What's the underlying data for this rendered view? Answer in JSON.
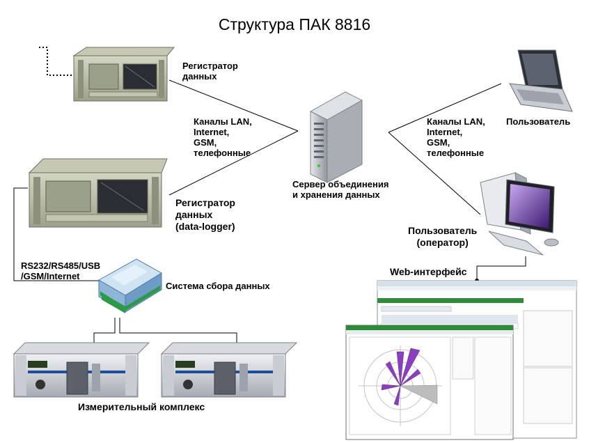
{
  "title": "Структура ПАК 8816",
  "labels": {
    "logger_top": "Регистратор\nданных",
    "channels_left": "Каналы LAN,\nInternet,\nGSM,\nтелефонные",
    "channels_right": "Каналы LAN,\nInternet,\nGSM,\nтелефонные",
    "user_top": "Пользователь",
    "server": "Сервер объединения\nи хранения данных",
    "logger_main": "Регистратор\nданных\n(data-logger)",
    "user_operator": "Пользователь\n(оператор)",
    "interfaces": "RS232/RS485/USB\n/GSM/Internet",
    "acquisition": "Система сбора данных",
    "web": "Web-интерфейс",
    "complex": "Измерительный комплекс"
  },
  "colors": {
    "device": "#b9bca6",
    "wind_rose_purple": "#8b3fc0",
    "toolbar_green": "#2e8b3a"
  },
  "icons": [
    "industrial-computer-icon",
    "server-tower-icon",
    "laptop-icon",
    "desktop-pc-icon",
    "adam-module-icon",
    "rack-unit-icon",
    "web-screenshot-icon"
  ]
}
